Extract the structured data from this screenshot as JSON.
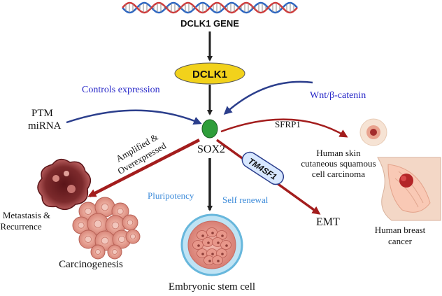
{
  "gene_label": "DCLK1 GENE",
  "protein_label": "DCLK1",
  "hub_label": "SOX2",
  "controls_expression": "Controls expression",
  "wnt_label": "Wnt/β-catenin",
  "ptm_line1": "PTM",
  "ptm_line2": "miRNA",
  "sfrp1": "SFRP1",
  "skin_line1": "Human skin",
  "skin_line2": "cutaneous squamous",
  "skin_line3": "cell carcinoma",
  "amplified_line1": "Amplified &",
  "amplified_line2": "Overexpressed",
  "tm4sf1": "TM4SF1",
  "pluripotency": "Pluripotency",
  "self_renewal": "Self renewal",
  "emt": "EMT",
  "breast_line1": "Human breast",
  "breast_line2": "cancer",
  "metastasis_line1": "Metastasis &",
  "metastasis_line2": "Recurrence",
  "carcinogenesis": "Carcinogenesis",
  "embryonic": "Embryonic stem cell",
  "colors": {
    "blue_arrow": "#2b3e8c",
    "blue_text": "#2727c8",
    "light_blue_text": "#3b8ad9",
    "red_arrow": "#a31d1d",
    "dclk1_fill": "#f2d21b",
    "sox2_fill": "#2e9e3a",
    "tm4sf1_fill": "#d8e8ff"
  }
}
